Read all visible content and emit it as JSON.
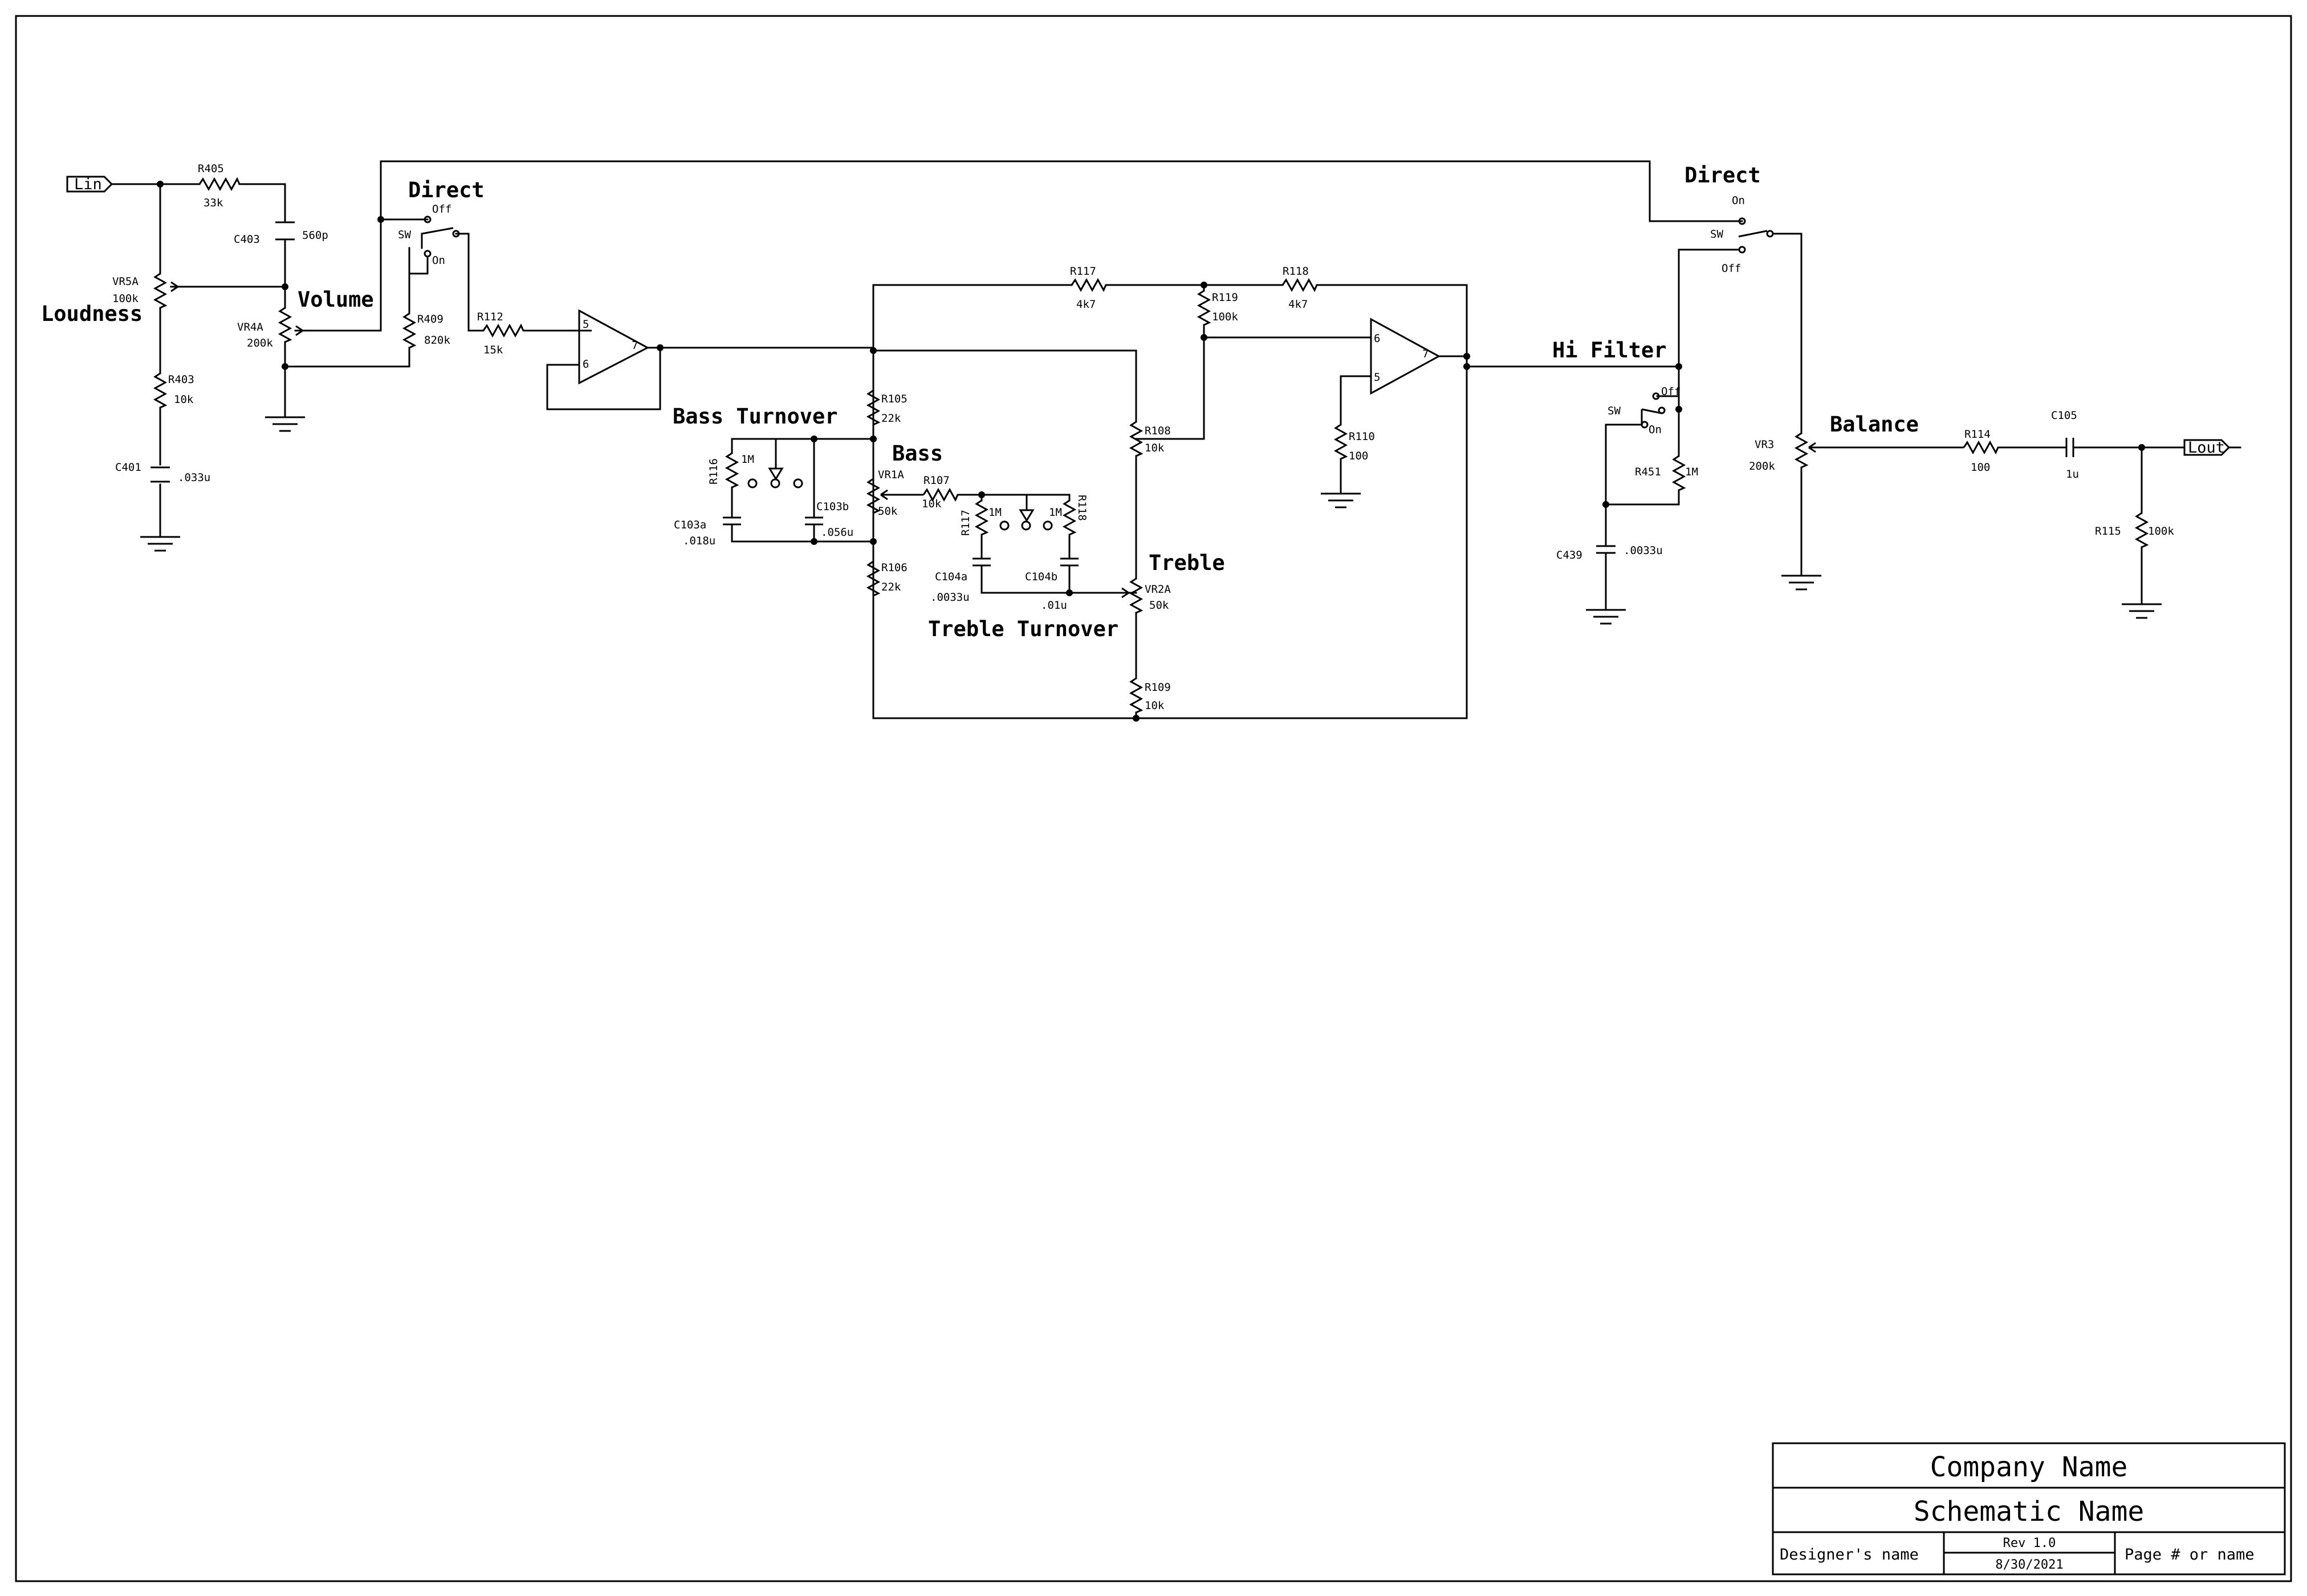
{
  "ports": {
    "input": "Lin",
    "output": "Lout"
  },
  "sections": {
    "loudness": "Loudness",
    "volume": "Volume",
    "direct_left": "Direct",
    "direct_right": "Direct",
    "bass_turnover": "Bass Turnover",
    "bass": "Bass",
    "treble": "Treble",
    "treble_turnover": "Treble Turnover",
    "hi_filter": "Hi Filter",
    "balance": "Balance"
  },
  "switch_labels": {
    "sw": "SW",
    "off": "Off",
    "on": "On"
  },
  "components": {
    "R405": {
      "ref": "R405",
      "value": "33k"
    },
    "C403": {
      "ref": "C403",
      "value": "560p"
    },
    "VR5A": {
      "ref": "VR5A",
      "value": "100k"
    },
    "VR4A": {
      "ref": "VR4A",
      "value": "200k"
    },
    "R403": {
      "ref": "R403",
      "value": "10k"
    },
    "C401": {
      "ref": "C401",
      "value": ".033u"
    },
    "R409": {
      "ref": "R409",
      "value": "820k"
    },
    "R112": {
      "ref": "R112",
      "value": "15k"
    },
    "R105": {
      "ref": "R105",
      "value": "22k"
    },
    "R106": {
      "ref": "R106",
      "value": "22k"
    },
    "R116": {
      "ref": "R116",
      "value": "1M"
    },
    "C103a": {
      "ref": "C103a",
      "value": ".018u"
    },
    "C103b": {
      "ref": "C103b",
      "value": ".056u"
    },
    "VR1A": {
      "ref": "VR1A",
      "value": "50k"
    },
    "R107": {
      "ref": "R107",
      "value": "10k"
    },
    "R117a": {
      "ref": "R117",
      "value": "4k7"
    },
    "R117b": {
      "ref": "R117",
      "value": "1M"
    },
    "R118a": {
      "ref": "R118",
      "value": "4k7"
    },
    "R118b": {
      "ref": "R118",
      "value": "1M"
    },
    "C104a": {
      "ref": "C104a",
      "value": ".0033u"
    },
    "C104b": {
      "ref": "C104b",
      "value": ".01u"
    },
    "R108": {
      "ref": "R108",
      "value": "10k"
    },
    "VR2A": {
      "ref": "VR2A",
      "value": "50k"
    },
    "R109": {
      "ref": "R109",
      "value": "10k"
    },
    "R119": {
      "ref": "R119",
      "value": "100k"
    },
    "R110": {
      "ref": "R110",
      "value": "100"
    },
    "R451": {
      "ref": "R451",
      "value": "1M"
    },
    "C439": {
      "ref": "C439",
      "value": ".0033u"
    },
    "VR3": {
      "ref": "VR3",
      "value": "200k"
    },
    "R114": {
      "ref": "R114",
      "value": "100"
    },
    "C105": {
      "ref": "C105",
      "value": "1u"
    },
    "R115": {
      "ref": "R115",
      "value": "100k"
    }
  },
  "opamp_pins": {
    "u1_in_plus": "5",
    "u1_in_minus": "6",
    "u1_out": "7",
    "u2_in_plus": "5",
    "u2_in_minus": "6",
    "u2_out": "7"
  },
  "title_block": {
    "company": "Company Name",
    "schematic": "Schematic Name",
    "designer": "Designer's name",
    "rev": "Rev 1.0",
    "date": "8/30/2021",
    "page": "Page # or name"
  }
}
